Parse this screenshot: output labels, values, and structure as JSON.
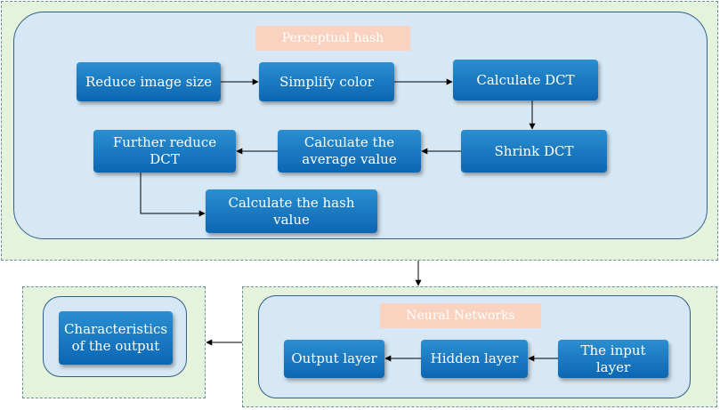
{
  "colors": {
    "green_bg": "#e6f3dc",
    "panel_bg": "#d6e8f5",
    "node_top": "#2a8fd1",
    "node_bottom": "#0c66b2",
    "title_bg": "#f9d3bf"
  },
  "perceptual": {
    "title": "Perceptual hash",
    "nodes": {
      "reduce_size": "Reduce image size",
      "simplify_color": "Simplify color",
      "calc_dct": "Calculate DCT",
      "shrink_dct": "Shrink DCT",
      "calc_average": "Calculate the average value",
      "further_reduce": "Further reduce DCT",
      "calc_hash": "Calculate the hash value"
    }
  },
  "neural": {
    "title": "Neural Networks",
    "nodes": {
      "input_layer": "The input layer",
      "hidden_layer": "Hidden layer",
      "output_layer": "Output layer"
    }
  },
  "output": {
    "node": "Characteristics of the output"
  }
}
